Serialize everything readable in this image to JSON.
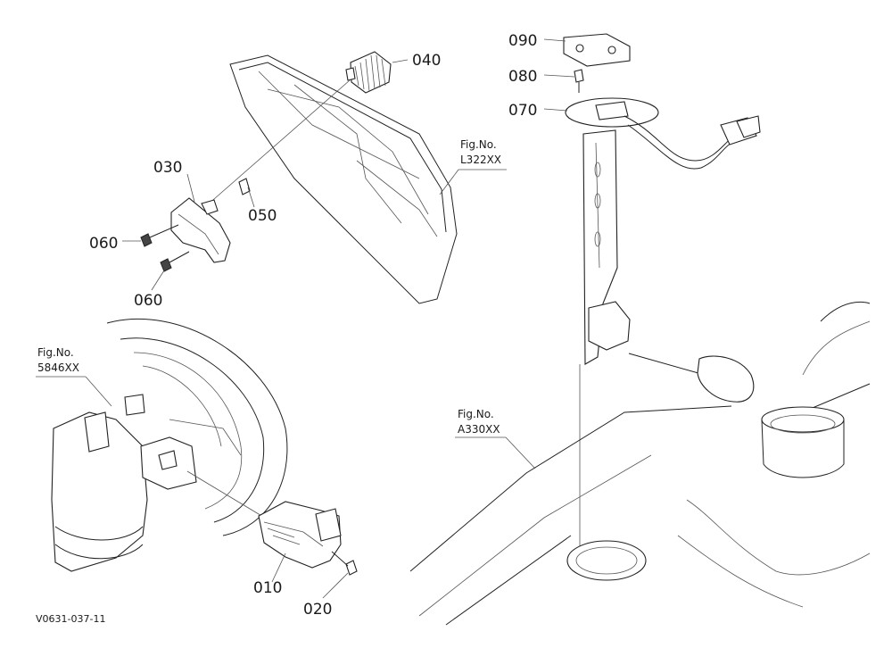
{
  "parts": {
    "p010": "010",
    "p020": "020",
    "p030": "030",
    "p040": "040",
    "p050": "050",
    "p060a": "060",
    "p060b": "060",
    "p070": "070",
    "p080": "080",
    "p090": "090"
  },
  "refs": {
    "r1_label": "Fig.No.",
    "r1_code": "L322XX",
    "r2_label": "Fig.No.",
    "r2_code": "5846XX",
    "r3_label": "Fig.No.",
    "r3_code": "A330XX"
  },
  "drawing_code": "V0631-037-11"
}
